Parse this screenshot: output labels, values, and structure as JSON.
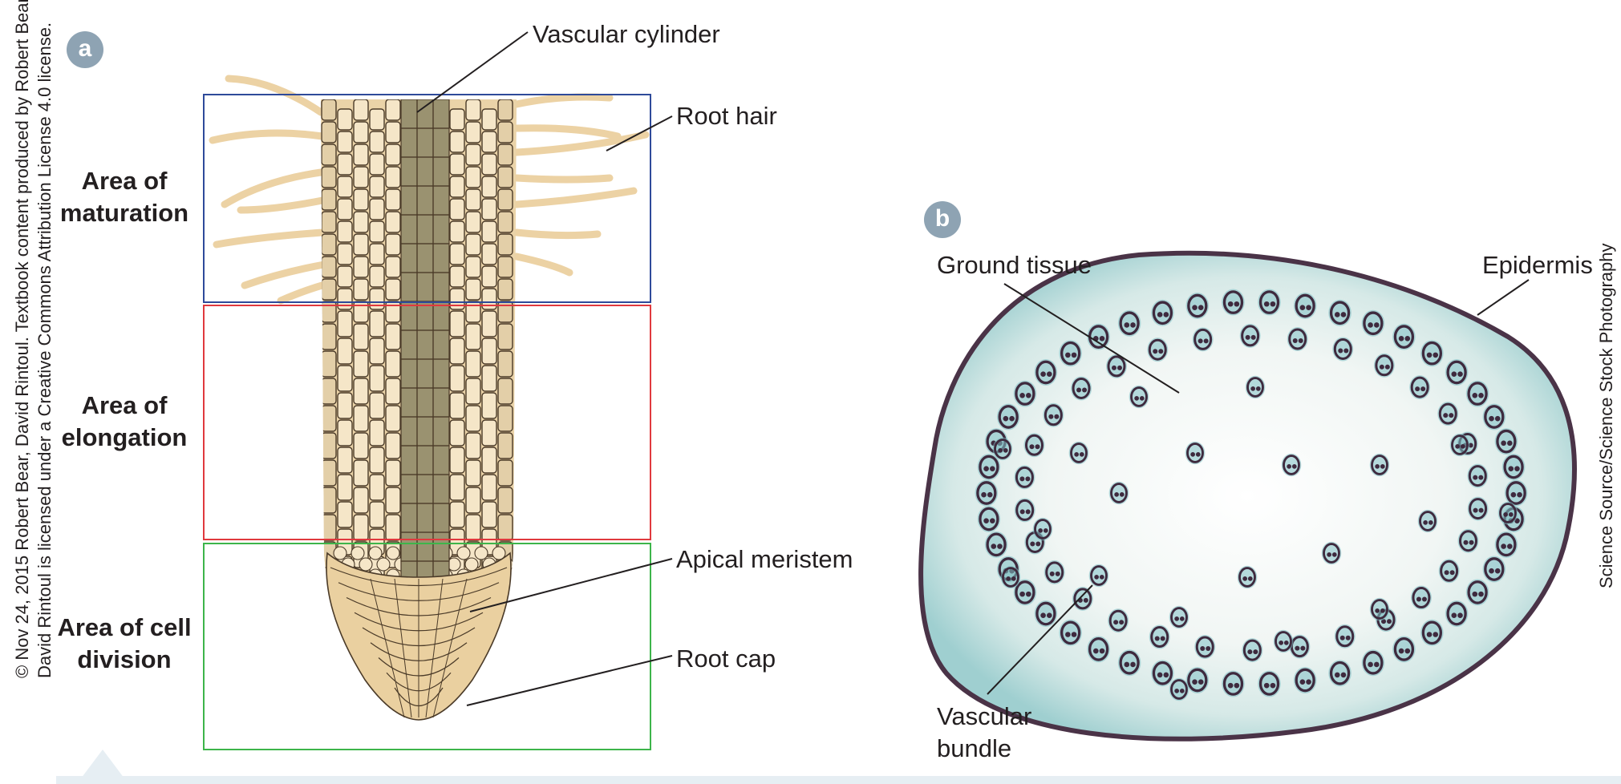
{
  "panels": {
    "a": {
      "badge": "a",
      "zones": [
        {
          "line1": "Area of",
          "line2": "maturation",
          "color": "#2e4a9a"
        },
        {
          "line1": "Area of",
          "line2": "elongation",
          "color": "#e0393e"
        },
        {
          "line1": "Area of cell",
          "line2": "division",
          "color": "#3db54a"
        }
      ],
      "labels": {
        "vascular_cylinder": "Vascular cylinder",
        "root_hair": "Root hair",
        "apical_meristem": "Apical meristem",
        "root_cap": "Root cap"
      }
    },
    "b": {
      "badge": "b",
      "labels": {
        "ground_tissue": "Ground tissue",
        "epidermis": "Epidermis",
        "vascular_bundle_line1": "Vascular",
        "vascular_bundle_line2": "bundle"
      }
    }
  },
  "credits": {
    "left_line1": "© Nov 24, 2015 Robert Bear, David Rintoul. Textbook content produced by Robert Bear,",
    "left_line2": "David Rintoul is licensed under a Creative Commons Attribution License 4.0 license.",
    "right": "Science Source/Science Stock Photography"
  },
  "colors": {
    "badge": "#8ea3b3",
    "cell_light": "#f5e6c8",
    "cell_mid": "#e3cfa8",
    "vascular": "#9a9270",
    "root_hair": "#ecd2a4",
    "root_cap": "#ead0a0",
    "tissue_teal": "#7fbfc4",
    "bundle_dark": "#3e2a3e"
  }
}
